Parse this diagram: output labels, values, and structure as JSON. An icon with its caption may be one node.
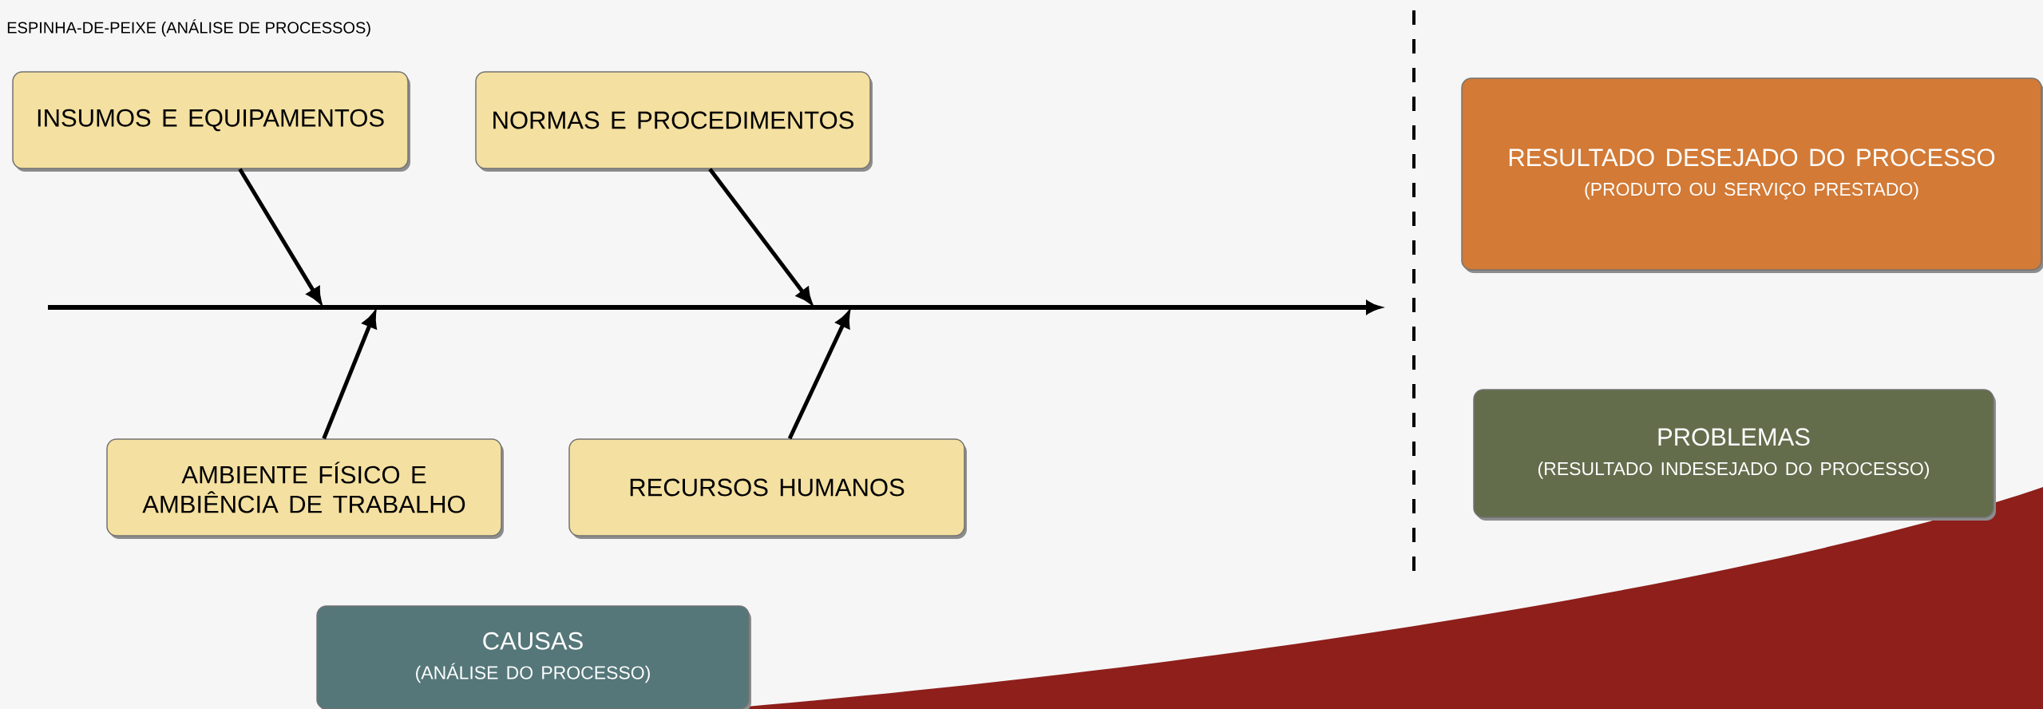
{
  "diagram": {
    "title": "ESPINHA-DE-PEIXE (ANÁLISE DE PROCESSOS)",
    "nodes": [
      {
        "text": [
          "INSUMOS E EQUIPAMENTOS"
        ]
      },
      {
        "text": [
          "NORMAS E PROCEDIMENTOS"
        ]
      },
      {
        "text": [
          "RESULTADO DESEJADO DO PROCESSO",
          "(PRODUTO OU SERVIÇO PRESTADO)"
        ]
      },
      {
        "text": [
          "AMBIENTE FÍSICO E AMBIÊNCIA DE TRABALHO"
        ]
      },
      {
        "text": [
          "RECURSOS HUMANOS"
        ]
      },
      {
        "text": [
          "PROBLEMAS",
          "(RESULTADO INDESEJADO DO PROCESSO)"
        ]
      },
      {
        "text": [
          "CAUSAS",
          "(ANÁLISE DO PROCESSO)"
        ]
      }
    ],
    "edges": [
      {
        "from": 0,
        "to": null,
        "arrow": "to"
      },
      {
        "from": 1,
        "to": null,
        "arrow": "to"
      },
      {
        "from": 3,
        "to": null,
        "arrow": "to"
      },
      {
        "from": 4,
        "to": null,
        "arrow": "to"
      }
    ]
  }
}
